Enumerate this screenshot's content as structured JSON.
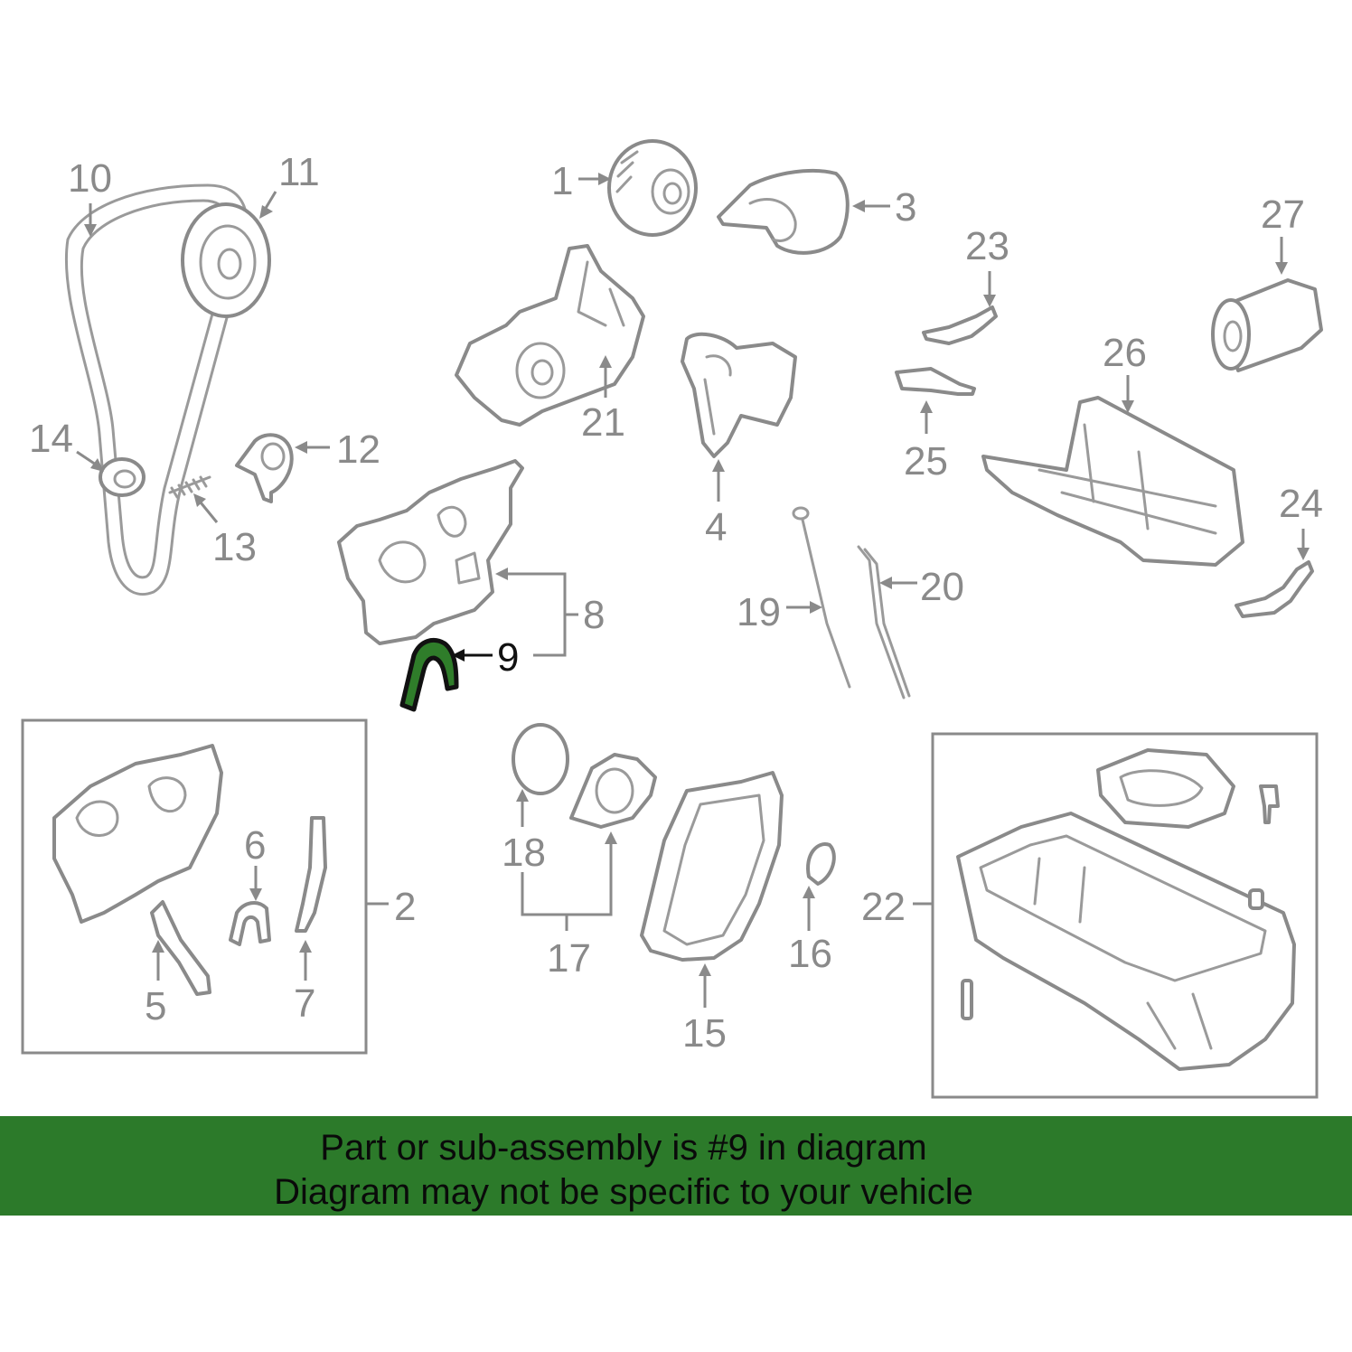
{
  "diagram": {
    "callouts": [
      "1",
      "2",
      "3",
      "4",
      "5",
      "6",
      "7",
      "8",
      "9",
      "10",
      "11",
      "12",
      "13",
      "14",
      "15",
      "16",
      "17",
      "18",
      "19",
      "20",
      "21",
      "22",
      "23",
      "24",
      "25",
      "26",
      "27"
    ],
    "highlighted_callout": "9",
    "colors": {
      "highlight": "#2f7d2a",
      "banner": "#2c7a2a",
      "line_art": "#8a8a8a"
    }
  },
  "banner": {
    "line1": "Part or sub-assembly is #9 in diagram",
    "line2": "Diagram may not be specific to your vehicle"
  }
}
